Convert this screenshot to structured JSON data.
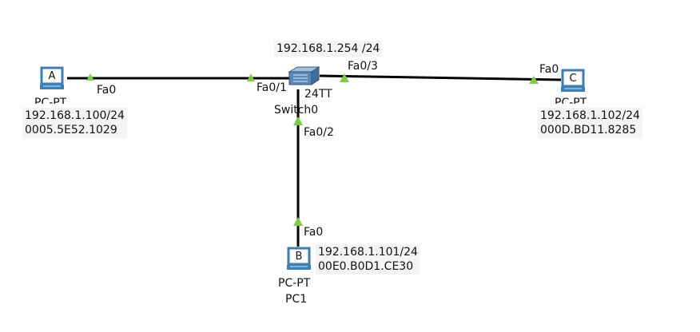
{
  "switch": {
    "ip_label": "192.168.1.254 /24",
    "model": "24TT",
    "name": "Switch0"
  },
  "pc_a": {
    "letter": "A",
    "type": "PC-PT",
    "ip": "192.168.1.100/24",
    "mac": "0005.5E52.1029"
  },
  "pc_b": {
    "letter": "B",
    "type": "PC-PT",
    "name": "PC1",
    "ip": "192.168.1.101/24",
    "mac": "00E0.B0D1.CE30"
  },
  "pc_c": {
    "letter": "C",
    "type": "PC-PT",
    "ip": "192.168.1.102/24",
    "mac": "000D.BD11.8285"
  },
  "ports": {
    "a_fa0": "Fa0",
    "sw_fa0_1": "Fa0/1",
    "sw_fa0_2": "Fa0/2",
    "sw_fa0_3": "Fa0/3",
    "b_fa0": "Fa0",
    "c_fa0": "Fa0"
  },
  "colors": {
    "link": "#000000",
    "link_up": "#7ccf3c",
    "switch_body": "#5a88b8",
    "pc_body": "#3a7fb8",
    "label_bg": "#f4f4f4"
  }
}
